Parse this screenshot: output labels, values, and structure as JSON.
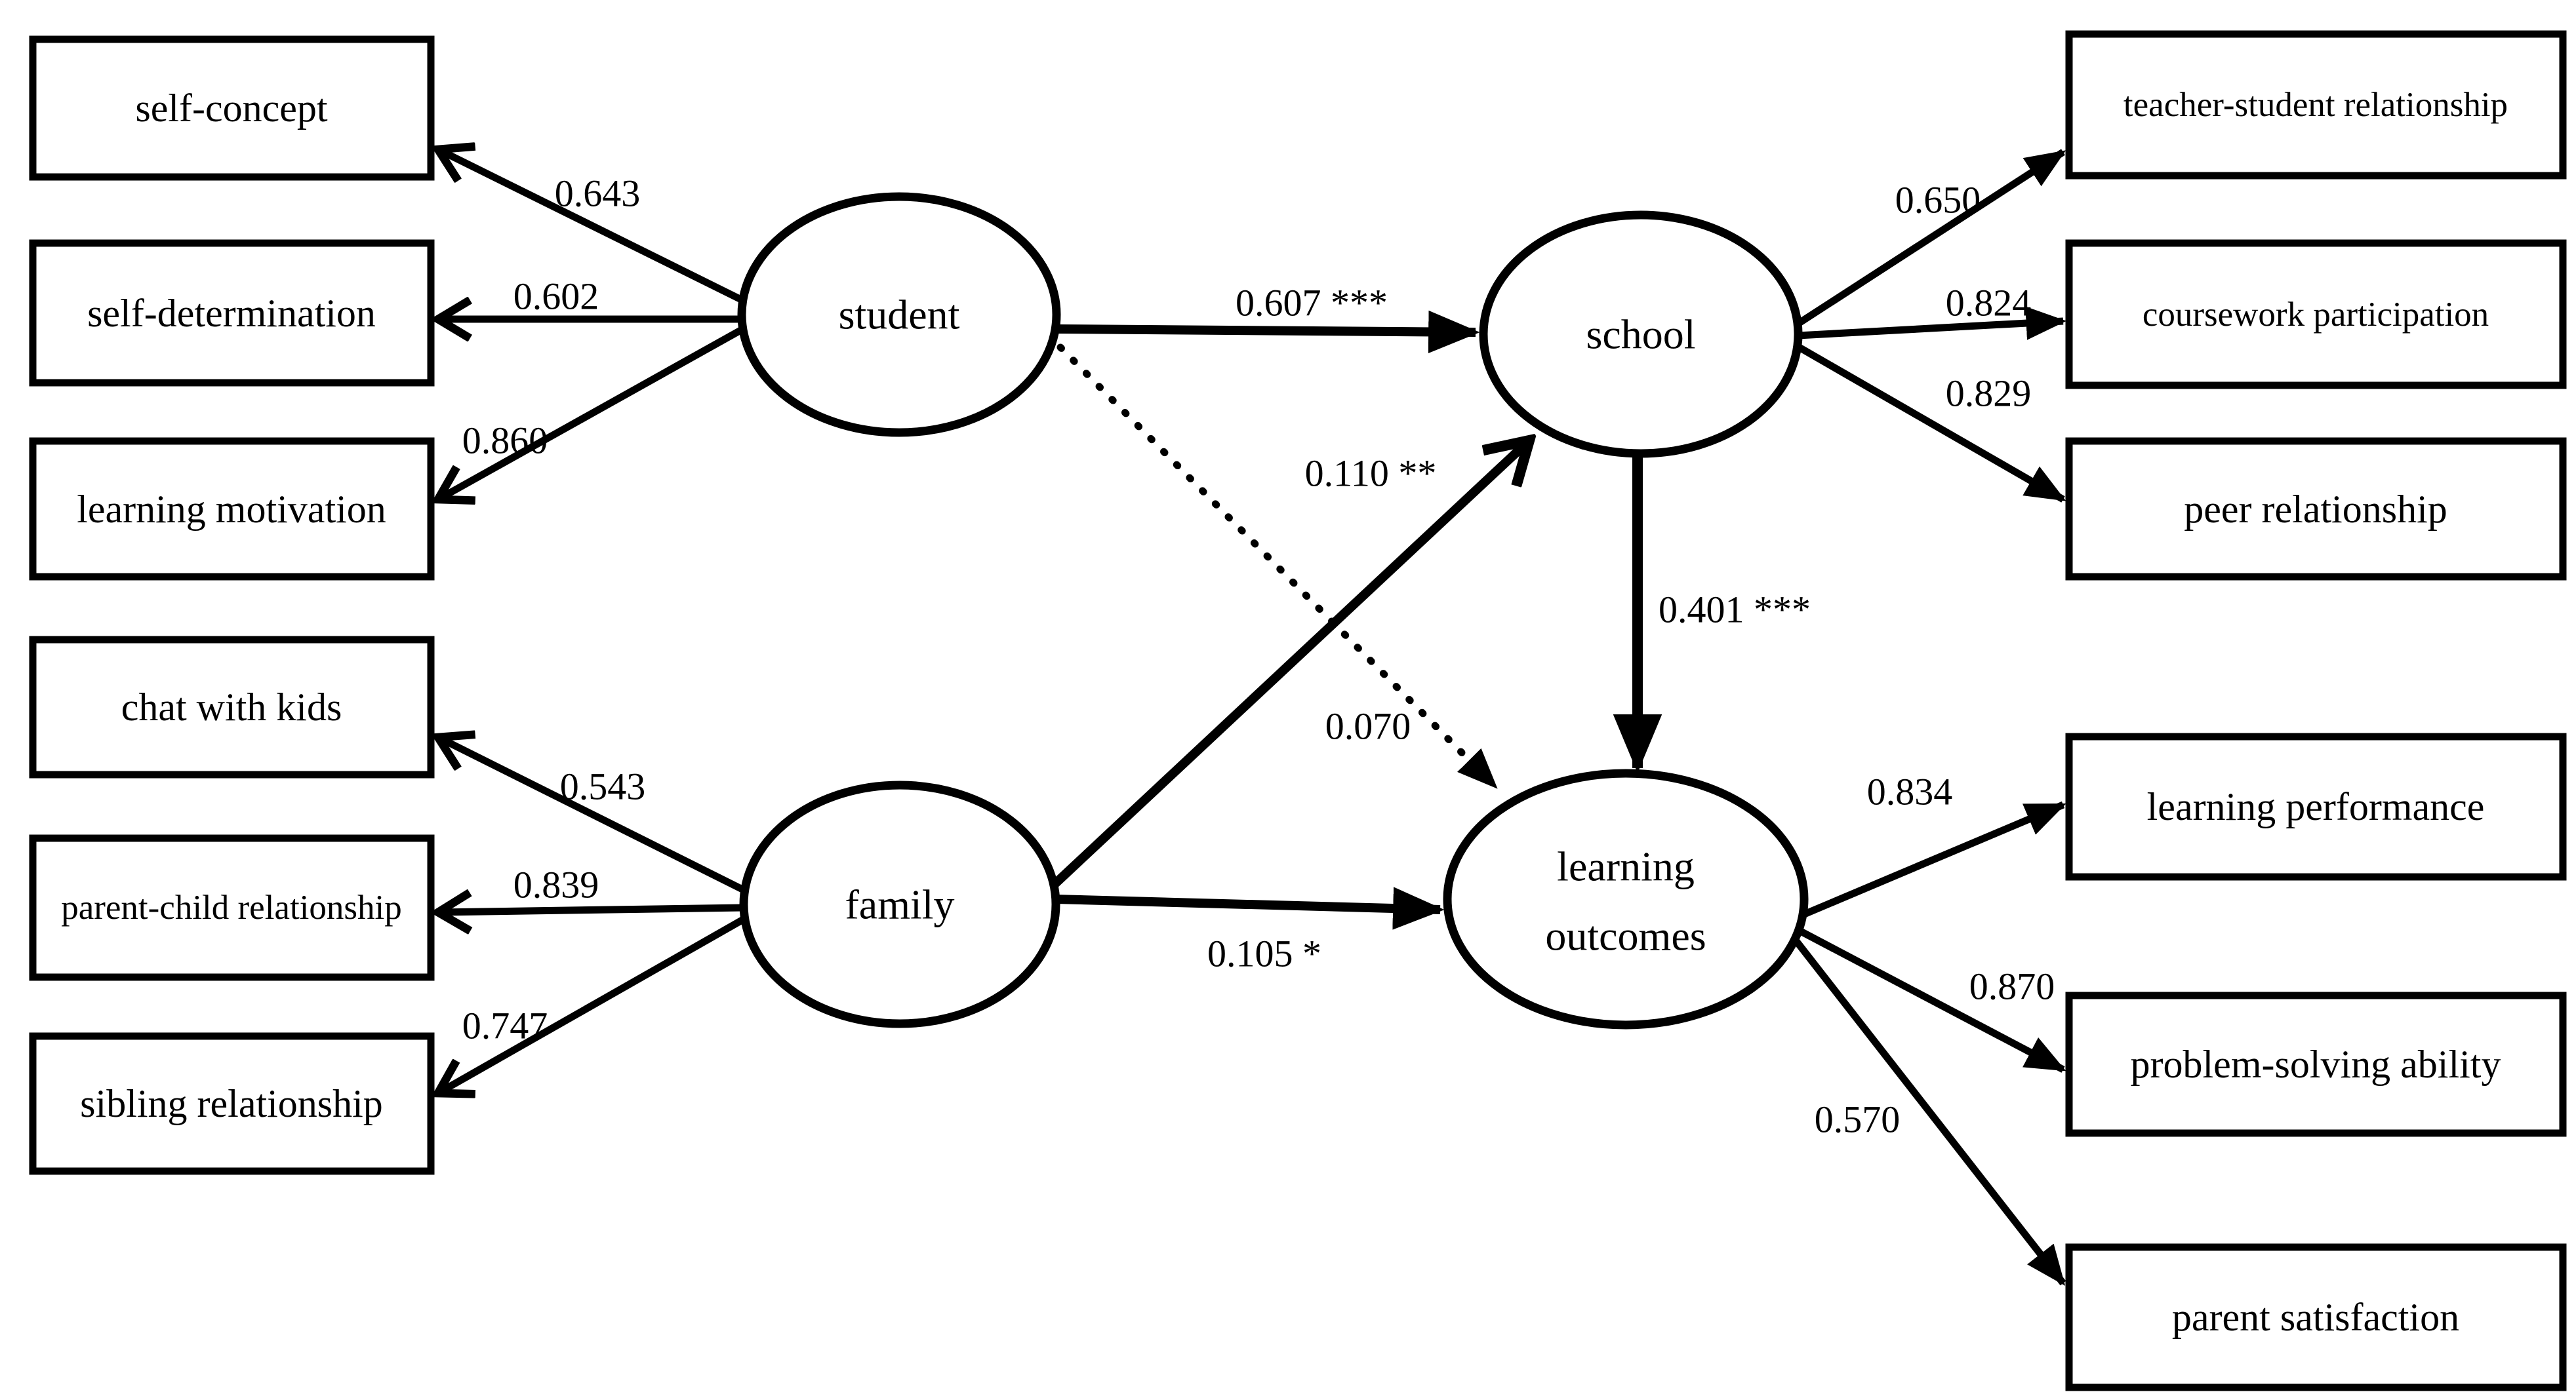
{
  "diagram": {
    "title": "SEM path diagram: student, family, school and learning outcomes",
    "colors": {
      "line": "#000000",
      "background": "#ffffff",
      "text": "#000000"
    },
    "latent": {
      "student": {
        "label": "student"
      },
      "family": {
        "label": "family"
      },
      "school": {
        "label": "school"
      },
      "learning_outcomes": {
        "label_line1": "learning",
        "label_line2": "outcomes"
      }
    },
    "indicators": {
      "self_concept": {
        "label": "self-concept",
        "loading": "0.643"
      },
      "self_determination": {
        "label": "self-determination",
        "loading": "0.602"
      },
      "learning_motivation": {
        "label": "learning motivation",
        "loading": "0.860"
      },
      "chat_with_kids": {
        "label": "chat with kids",
        "loading": "0.543"
      },
      "parent_child": {
        "label": "parent-child relationship",
        "loading": "0.839"
      },
      "sibling": {
        "label": "sibling relationship",
        "loading": "0.747"
      },
      "teacher_student": {
        "label": "teacher-student relationship",
        "loading": "0.650"
      },
      "coursework": {
        "label": "coursework participation",
        "loading": "0.824"
      },
      "peer": {
        "label": "peer relationship",
        "loading": "0.829"
      },
      "learning_performance": {
        "label": "learning performance",
        "loading": "0.834"
      },
      "problem_solving": {
        "label": "problem-solving ability",
        "loading": "0.870"
      },
      "parent_satisfaction": {
        "label": "parent satisfaction",
        "loading": "0.570"
      }
    },
    "paths": {
      "student_school": {
        "label": "0.607 ***",
        "style": "solid"
      },
      "family_school": {
        "label": "0.110 **",
        "style": "solid"
      },
      "student_outcomes": {
        "label": "0.070",
        "style": "dotted"
      },
      "family_outcomes": {
        "label": "0.105 *",
        "style": "solid"
      },
      "school_outcomes": {
        "label": "0.401 ***",
        "style": "solid"
      }
    }
  }
}
